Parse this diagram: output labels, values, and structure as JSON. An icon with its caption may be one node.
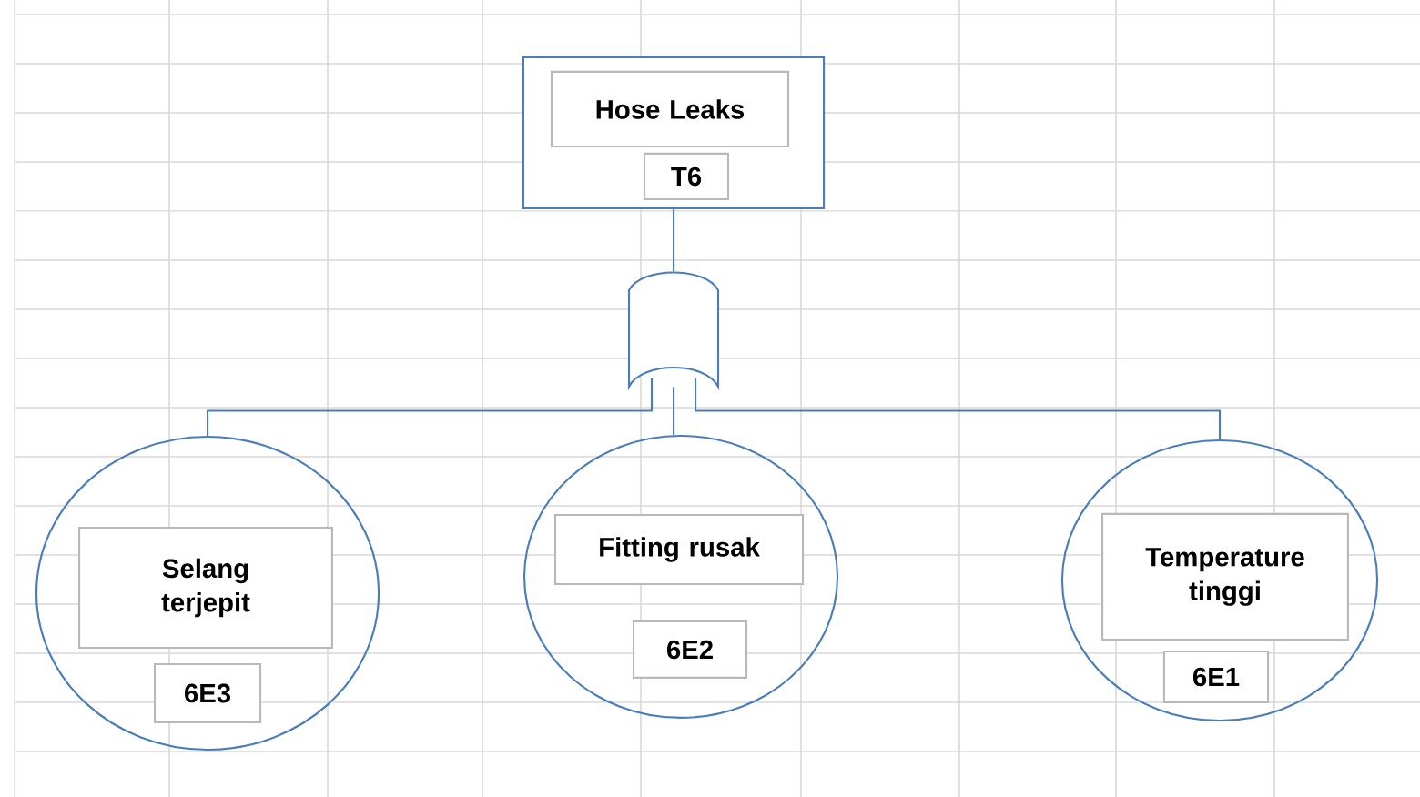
{
  "diagram": {
    "nodes": [
      {
        "text": [],
        "shape": "box"
      },
      {
        "text": [
          "Hose Leaks"
        ],
        "in": 0
      },
      {
        "text": [
          "T6"
        ],
        "in": 0
      },
      {
        "text": [],
        "shape": "gate"
      },
      {
        "text": [],
        "shape": "circle"
      },
      {
        "text": [
          "Selang terjepit"
        ],
        "in": 4
      },
      {
        "text": [
          "6E3"
        ],
        "in": 4
      },
      {
        "text": [],
        "shape": "circle"
      },
      {
        "text": [
          "Fitting rusak"
        ],
        "in": 7
      },
      {
        "text": [
          "6E2"
        ],
        "in": 7
      },
      {
        "text": [],
        "shape": "circle"
      },
      {
        "text": [
          "Temperature tinggi"
        ],
        "in": 10
      },
      {
        "text": [
          "6E1"
        ],
        "in": 10
      }
    ],
    "edges": [
      {
        "from": 0,
        "to": 3,
        "arrow": "none"
      },
      {
        "from": 3,
        "to": 4,
        "arrow": "none"
      },
      {
        "from": 3,
        "to": 7,
        "arrow": "none"
      },
      {
        "from": 3,
        "to": 10,
        "arrow": "none"
      }
    ]
  }
}
